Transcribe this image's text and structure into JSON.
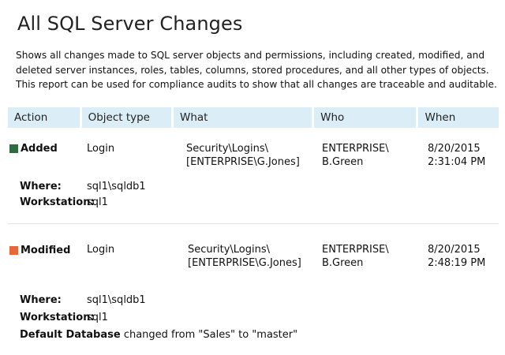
{
  "report": {
    "title": "All SQL Server Changes",
    "description": "Shows all changes made to SQL server objects and permissions, including created, modified, and deleted server instances, roles, tables, columns, stored procedures, and all other types of objects. This report can be used for compliance audits to show that all changes are traceable and auditable."
  },
  "columns": [
    "Action",
    "Object type",
    "What",
    "Who",
    "When"
  ],
  "rows": [
    {
      "action": "Added",
      "action_color": "#2e6b3e",
      "object_type": "Login",
      "what": [
        "Security\\Logins\\",
        "[ENTERPRISE\\G.Jones]"
      ],
      "who": [
        "ENTERPRISE\\",
        "B.Green"
      ],
      "when": [
        "8/20/2015",
        "2:31:04 PM"
      ],
      "where_label": "Where:",
      "where": "sql1\\sqldb1",
      "workstation_label": "Workstation:",
      "workstation": "sql1"
    },
    {
      "action": "Modified",
      "action_color": "#e8673a",
      "object_type": "Login",
      "what": [
        "Security\\Logins\\",
        "[ENTERPRISE\\G.Jones]"
      ],
      "who": [
        "ENTERPRISE\\",
        "B.Green"
      ],
      "when": [
        "8/20/2015",
        "2:48:19 PM"
      ],
      "where_label": "Where:",
      "where": "sql1\\sqldb1",
      "workstation_label": "Workstation:",
      "workstation": "sql1",
      "detail_label": "Default Database",
      "detail_text": "changed from \"Sales\" to \"master\""
    }
  ]
}
